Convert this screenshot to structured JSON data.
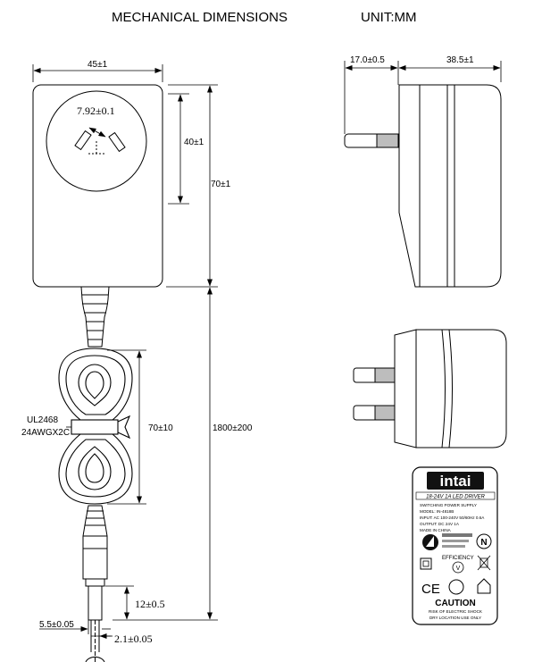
{
  "header": {
    "title": "MECHANICAL DIMENSIONS",
    "unit": "UNIT:MM"
  },
  "front_view": {
    "width": "45±1",
    "height": "70±1",
    "socket_height": "40±1",
    "pin_pitch": "7.92±0.1"
  },
  "cable": {
    "type_line1": "UL2468",
    "type_line2": "24AWGX2C",
    "coil_length": "70±10",
    "cable_length": "1800±200"
  },
  "plug": {
    "tip_length": "12±0.5",
    "outer_diameter": "5.5±0.05",
    "inner_diameter": "2.1±0.05"
  },
  "side_view": {
    "pin_length": "17.0±0.5",
    "body_depth": "38.5±1"
  },
  "label": {
    "brand": "intai",
    "model_title": "18-24V 1A LED DRIVER",
    "line1": "SWITCHING POWER SUPPLY",
    "line2": "MODEL: IN-4818B",
    "line3": "INPUT: AC 100-240V 50/60Hz 0.6A",
    "line4": "OUTPUT: DC 24V 1A",
    "line5": "MADE IN CHINA",
    "efficiency": "EFFICIENCY",
    "efficiency_level": "V",
    "ce_mark": "CE",
    "caution_title": "CAUTION",
    "caution_line1": "RISK OF ELECTRIC SHOCK",
    "caution_line2": "DRY LOCATION USE ONLY"
  }
}
